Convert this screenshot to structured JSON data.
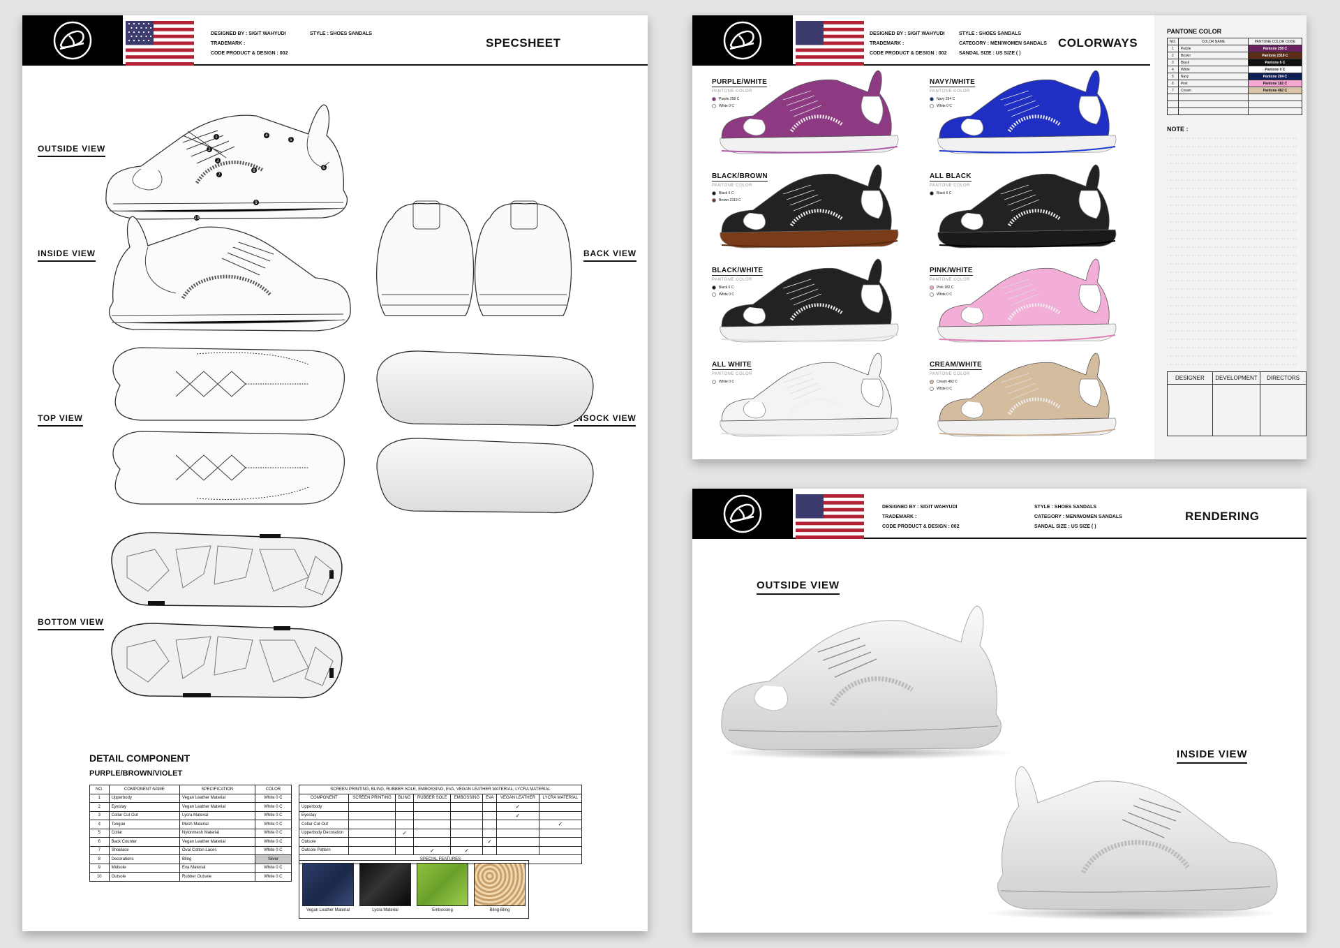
{
  "spec": {
    "designed_by": "DESIGNED BY : SIGIT WAHYUDI",
    "trademark": "TRADEMARK :",
    "code": "CODE PRODUCT & DESIGN : 002",
    "style": "STYLE : SHOES SANDALS",
    "title": "SPECSHEET",
    "views": {
      "outside": "OUTSIDE VIEW",
      "inside": "INSIDE VIEW",
      "back": "BACK VIEW",
      "top": "TOP VIEW",
      "insock": "INSOCK VIEW",
      "bottom": "BOTTOM VIEW"
    },
    "detail_title": "DETAIL COMPONENT",
    "detail_subtitle": "PURPLE/BROWN/VIOLET",
    "component_headers": [
      "NO.",
      "COMPONENT NAME",
      "SPECIFICATION",
      "COLOR"
    ],
    "components": [
      [
        "1",
        "Upperbody",
        "Vegan Leather Material",
        "White 0 C"
      ],
      [
        "2",
        "Eyestay",
        "Vegan Leather Material",
        "White 0 C"
      ],
      [
        "3",
        "Collar Cut Out",
        "Lycra Material",
        "White 0 C"
      ],
      [
        "4",
        "Tongue",
        "Mesh Material",
        "White 0 C"
      ],
      [
        "5",
        "Collar",
        "Nylonmesh Material",
        "White 0 C"
      ],
      [
        "6",
        "Back Counter",
        "Vegan Leather Material",
        "White 0 C"
      ],
      [
        "7",
        "Shoelace",
        "Oval Cotton Laces",
        "White 0 C"
      ],
      [
        "8",
        "Decorations",
        "Bling",
        "Silver"
      ],
      [
        "9",
        "Midsole",
        "Eva Material",
        "White 0 C"
      ],
      [
        "10",
        "Outsole",
        "Rubber Outsole",
        "White 0 C"
      ]
    ],
    "process_title": "SCREEN PRINTING, BLING, RUBBER SOLE, EMBOSSING, EVA, VEGAN LEATHER MATERIAL, LYCRA MATERIAL",
    "process_headers": [
      "COMPONENT",
      "SCREEN PRINTING",
      "BLING",
      "RUBBER SOLE",
      "EMBOSSING",
      "EVA",
      "VEGAN LEATHER",
      "LYCRA MATERIAL"
    ],
    "process_rows": [
      [
        "Upperbody",
        "",
        "",
        "",
        "",
        "",
        "✓",
        ""
      ],
      [
        "Eyestay",
        "",
        "",
        "",
        "",
        "",
        "✓",
        ""
      ],
      [
        "Collar Cut Out",
        "",
        "",
        "",
        "",
        "",
        "",
        "✓"
      ],
      [
        "Upperbody Decoration",
        "",
        "✓",
        "",
        "",
        "",
        "",
        ""
      ],
      [
        "Outsole",
        "",
        "",
        "",
        "",
        "✓",
        "",
        ""
      ],
      [
        "Outsole Pattern",
        "",
        "",
        "✓",
        "✓",
        "",
        "",
        ""
      ]
    ],
    "special_features_title": "SPECIAL FEATURES",
    "features": [
      "Vegan Leather Material",
      "Lycra Material",
      "Embossing",
      "Bling-Bling"
    ],
    "callouts": [
      "1",
      "2",
      "3",
      "4",
      "5",
      "6",
      "7",
      "8",
      "9",
      "10"
    ]
  },
  "colorways": {
    "designed_by": "DESIGNED BY : SIGIT WAHYUDI",
    "trademark": "TRADEMARK :",
    "code": "CODE PRODUCT & DESIGN : 002",
    "style": "STYLE : SHOES SANDALS",
    "category": "CATEGORY : MEN/WOMEN SANDALS",
    "size": "SANDAL SIZE : US SIZE (   )",
    "title": "COLORWAYS",
    "pantone_label": "PANTONE COLOR",
    "items": [
      {
        "name": "PURPLE/WHITE",
        "swatches": [
          "Purple 258 C",
          "White 0 C"
        ],
        "colors": [
          "#8b2f7a",
          "#ffffff"
        ],
        "upper": "#8e3a82",
        "sole": "#f1f1f1",
        "trim": "#b05aa5"
      },
      {
        "name": "NAVY/WHITE",
        "swatches": [
          "Navy 294 C",
          "White 0 C"
        ],
        "colors": [
          "#0e2a6b",
          "#ffffff"
        ],
        "upper": "#1f2fc4",
        "sole": "#f1f1f1",
        "trim": "#1a3ad0"
      },
      {
        "name": "BLACK/BROWN",
        "swatches": [
          "Black 6 C",
          "Brown 2319 C"
        ],
        "colors": [
          "#111111",
          "#6a3a1e"
        ],
        "upper": "#222222",
        "sole": "#7a3c18",
        "trim": "#5a2a10"
      },
      {
        "name": "ALL BLACK",
        "swatches": [
          "Black 6 C"
        ],
        "colors": [
          "#111111"
        ],
        "upper": "#222222",
        "sole": "#1a1a1a",
        "trim": "#000000"
      },
      {
        "name": "BLACK/WHITE",
        "swatches": [
          "Black 6 C",
          "White 0 C"
        ],
        "colors": [
          "#111111",
          "#ffffff"
        ],
        "upper": "#222222",
        "sole": "#f1f1f1",
        "trim": "#dddddd"
      },
      {
        "name": "PINK/WHITE",
        "swatches": [
          "Pink 182 C",
          "White 0 C"
        ],
        "colors": [
          "#f2a6d0",
          "#ffffff"
        ],
        "upper": "#f2aed6",
        "sole": "#f1f1f1",
        "trim": "#e080b8"
      },
      {
        "name": "ALL WHITE",
        "swatches": [
          "White 0 C"
        ],
        "colors": [
          "#ffffff"
        ],
        "upper": "#f4f4f4",
        "sole": "#f1f1f1",
        "trim": "#dddddd"
      },
      {
        "name": "CREAM/WHITE",
        "swatches": [
          "Cream 482 C",
          "White 0 C"
        ],
        "colors": [
          "#d7c0a3",
          "#ffffff"
        ],
        "upper": "#d4bd9f",
        "sole": "#f1f1f1",
        "trim": "#c9b08e"
      }
    ],
    "panel_title": "PANTONE COLOR",
    "panel_headers": [
      "NO.",
      "COLOR NAME",
      "PANTONE COLOR CODE"
    ],
    "panel_rows": [
      {
        "no": "1",
        "name": "Purple",
        "code": "Pantone 258 C",
        "fill": "#6a2160"
      },
      {
        "no": "2",
        "name": "Brown",
        "code": "Pantone 2319 C",
        "fill": "#5b2d17"
      },
      {
        "no": "3",
        "name": "Black",
        "code": "Pantone 6 C",
        "fill": "#111111"
      },
      {
        "no": "4",
        "name": "White",
        "code": "Pantone 0 C",
        "fill": "#ffffff"
      },
      {
        "no": "5",
        "name": "Navy",
        "code": "Pantone 294 C",
        "fill": "#0f1e55"
      },
      {
        "no": "6",
        "name": "Pink",
        "code": "Pantone 182 C",
        "fill": "#f2a6d0"
      },
      {
        "no": "7",
        "name": "Cream",
        "code": "Pantone 482 C",
        "fill": "#d8c4a8"
      }
    ],
    "note_label": "NOTE :",
    "sign_headers": [
      "DESIGNER",
      "DEVELOPMENT",
      "DIRECTORS"
    ]
  },
  "rendering": {
    "designed_by": "DESIGNED BY : SIGIT WAHYUDI",
    "trademark": "TRADEMARK :",
    "code": "CODE PRODUCT & DESIGN : 002",
    "style": "STYLE : SHOES SANDALS",
    "category": "CATEGORY : MEN/WOMEN SANDALS",
    "size": "SANDAL SIZE : US SIZE (   )",
    "title": "RENDERING",
    "outside": "OUTSIDE VIEW",
    "inside": "INSIDE VIEW"
  },
  "palette": {
    "flag_red": "#b22234",
    "flag_blue": "#3c3b6e",
    "header_black": "#000000"
  }
}
